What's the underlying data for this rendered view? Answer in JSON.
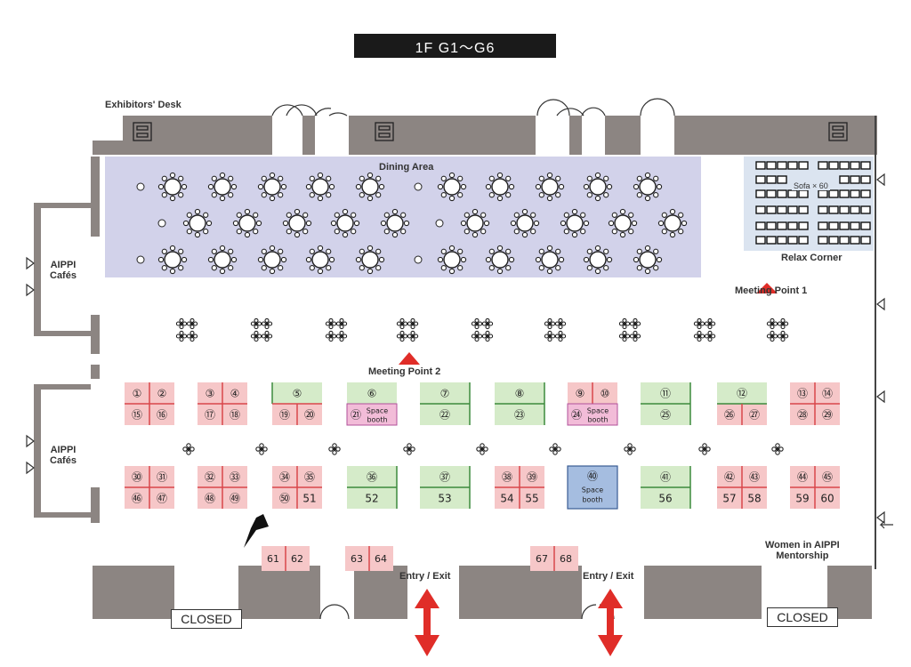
{
  "title": "1F G1～G6",
  "labels": {
    "exhibitors_desk": "Exhibitors' Desk",
    "dining_area": "Dining Area",
    "sofa": "Sofa × 60",
    "relax_corner": "Relax Corner",
    "meeting_point_1": "Meeting Point 1",
    "meeting_point_2": "Meeting Point 2",
    "cafes_line1": "AIPPI",
    "cafes_line2": "Cafés",
    "women_line1": "Women in AIPPI",
    "women_line2": "Mentorship",
    "entry_exit": "Entry / Exit",
    "closed": "CLOSED",
    "space_booth": "Space booth"
  },
  "colors": {
    "pink_booth": "#f6c7c8",
    "pink_line": "#d9474b",
    "green_booth": "#d5ebc9",
    "green_line": "#3c8a3c",
    "space_booth": "#f2bcd8",
    "blue_booth": "#a5bde0",
    "dining_area": "#d2d2ea",
    "wall": "#8c8582",
    "marker_red": "#e02d28"
  },
  "booths": {
    "pink_quads": [
      [
        "①",
        "②",
        "⑮",
        "⑯"
      ],
      [
        "③",
        "④",
        "⑰",
        "⑱"
      ],
      [
        "⑬",
        "⑭",
        "㉘",
        "㉙"
      ],
      [
        "㉚",
        "㉛",
        "㊻",
        "㊼"
      ],
      [
        "㉜",
        "㉝",
        "㊽",
        "㊾"
      ],
      [
        "㉞",
        "㉟",
        "㊿",
        "51"
      ],
      [
        "㊳",
        "㊴",
        "54",
        "55"
      ],
      [
        "㊷",
        "㊸",
        "57",
        "58"
      ],
      [
        "㊹",
        "㊺",
        "59",
        "60"
      ]
    ],
    "mixed": [
      {
        "top": "⑤",
        "bl": "⑲",
        "br": "⑳"
      },
      {
        "top": "⑫",
        "bl": "㉖",
        "br": "㉗"
      }
    ],
    "green_halves": [
      [
        "⑦",
        "㉒"
      ],
      [
        "⑧",
        "㉓"
      ],
      [
        "⑪",
        "㉕"
      ],
      [
        "㊱",
        "52"
      ],
      [
        "㊲",
        "53"
      ],
      [
        "㊶",
        "56"
      ]
    ],
    "space_combo": [
      {
        "top": "⑥",
        "bottom": "㉑"
      },
      {
        "top_l": "⑨",
        "top_r": "⑩",
        "bottom": "㉔"
      }
    ],
    "blue": "㊵",
    "lower_pairs": [
      [
        "61",
        "62"
      ],
      [
        "63",
        "64"
      ],
      [
        "67",
        "68"
      ]
    ]
  }
}
